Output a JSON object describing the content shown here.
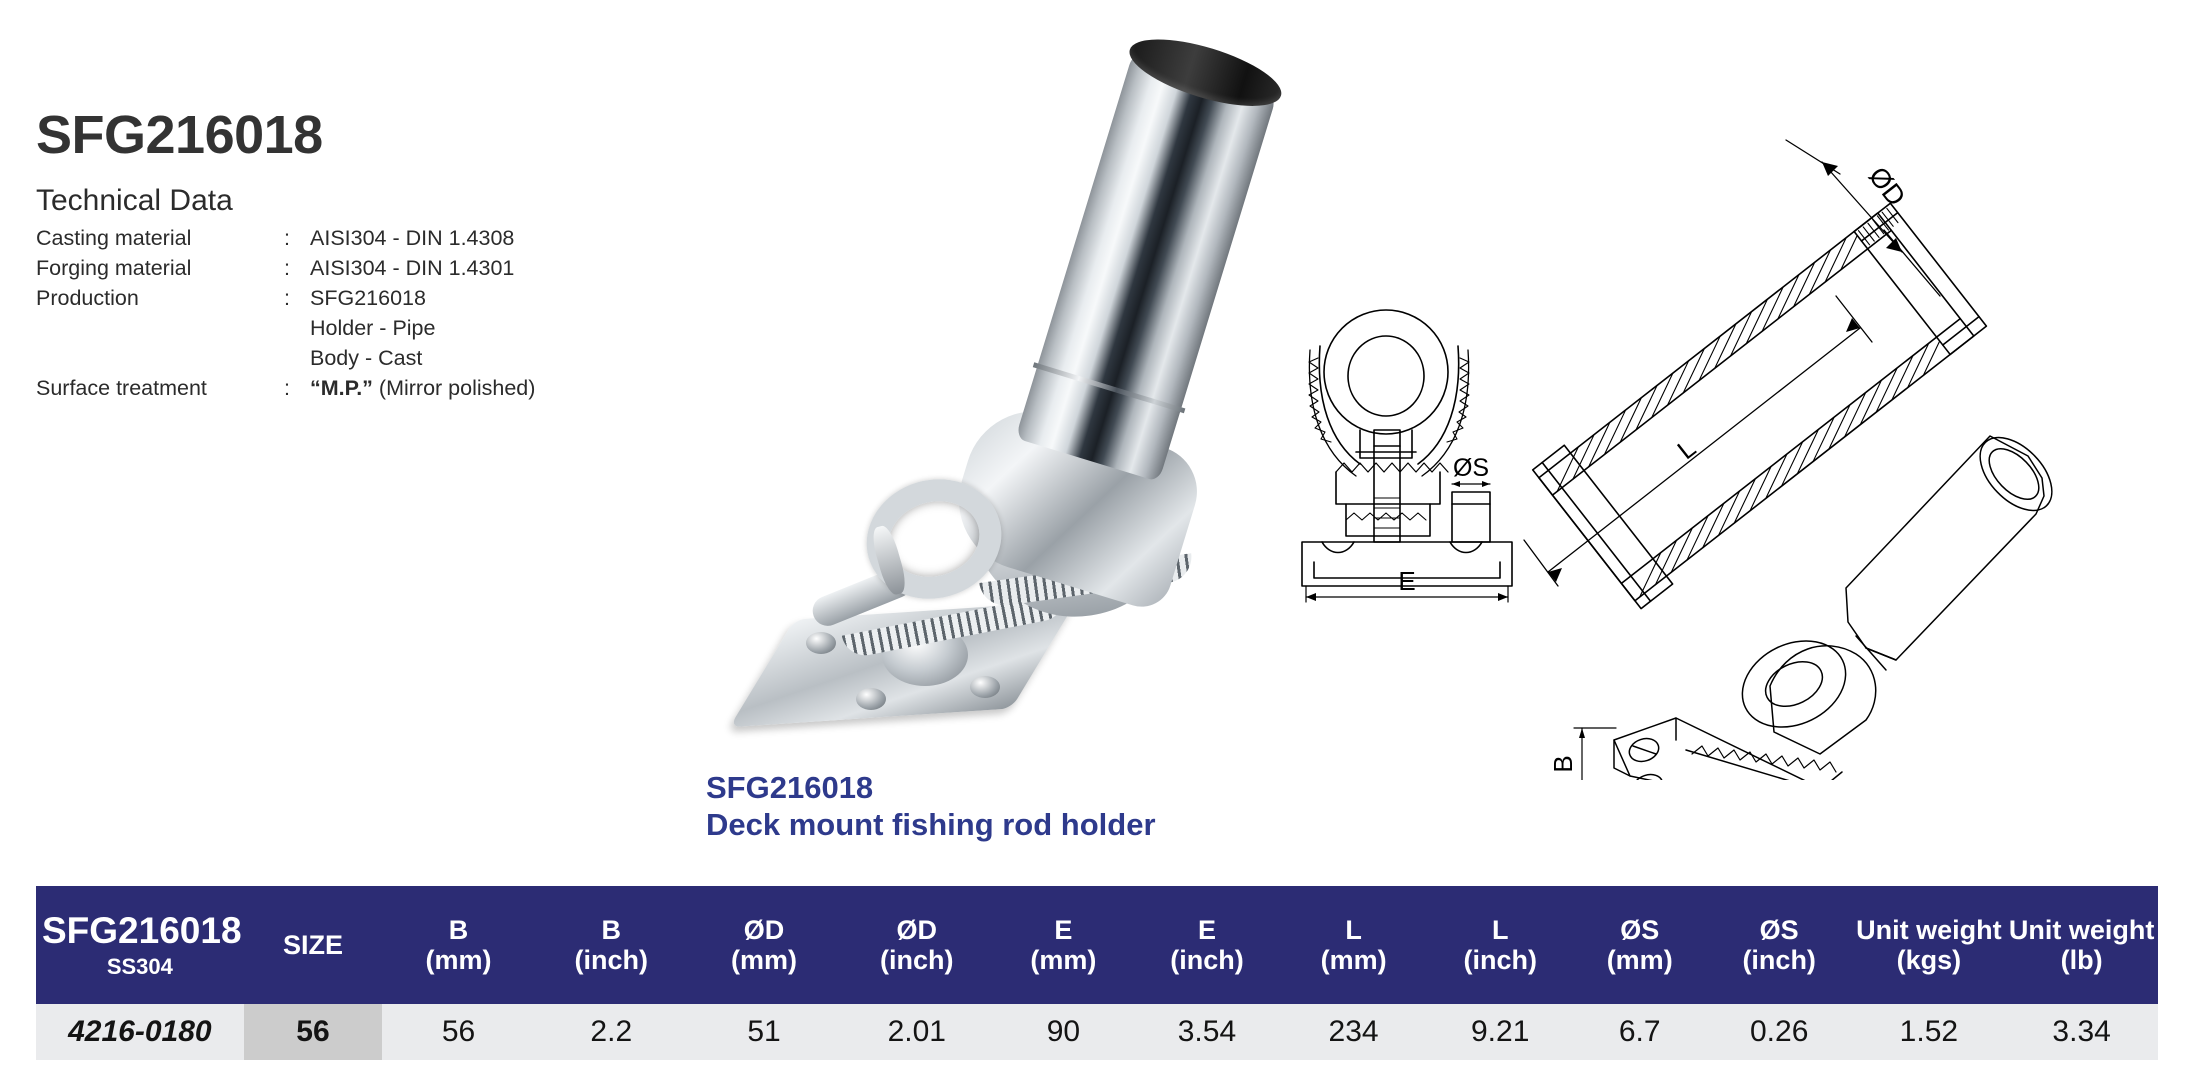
{
  "header": {
    "product_code": "SFG216018",
    "tech_data_heading": "Technical Data"
  },
  "tech_data": {
    "rows": [
      {
        "label": "Casting material",
        "colon": ":",
        "value": "AISI304 - DIN 1.4308",
        "bold_prefix": ""
      },
      {
        "label": "Forging material",
        "colon": ":",
        "value": "AISI304 - DIN 1.4301",
        "bold_prefix": ""
      },
      {
        "label": "Production",
        "colon": ":",
        "value": "SFG216018",
        "bold_prefix": ""
      },
      {
        "label": "",
        "colon": "",
        "value": "Holder - Pipe",
        "bold_prefix": ""
      },
      {
        "label": "",
        "colon": "",
        "value": "Body - Cast",
        "bold_prefix": ""
      },
      {
        "label": "Surface treatment",
        "colon": ":",
        "value": " (Mirror polished)",
        "bold_prefix": "“M.P.”"
      }
    ]
  },
  "caption": {
    "line1": "SFG216018",
    "line2": "Deck mount fishing rod holder",
    "color": "#2e3a8c"
  },
  "drawings": {
    "labels": {
      "outer_diameter": "ØD",
      "length": "L",
      "screw_diameter": "ØS",
      "base_length": "E",
      "base_width": "B"
    }
  },
  "dimension_table": {
    "first_column": {
      "code": "SFG216018",
      "material": "SS304"
    },
    "columns": [
      {
        "name": "SIZE",
        "unit": ""
      },
      {
        "name": "B",
        "unit": "(mm)"
      },
      {
        "name": "B",
        "unit": "(inch)"
      },
      {
        "name": "ØD",
        "unit": "(mm)"
      },
      {
        "name": "ØD",
        "unit": "(inch)"
      },
      {
        "name": "E",
        "unit": "(mm)"
      },
      {
        "name": "E",
        "unit": "(inch)"
      },
      {
        "name": "L",
        "unit": "(mm)"
      },
      {
        "name": "L",
        "unit": "(inch)"
      },
      {
        "name": "ØS",
        "unit": "(mm)"
      },
      {
        "name": "ØS",
        "unit": "(inch)"
      },
      {
        "name": "Unit weight",
        "unit": "(kgs)"
      },
      {
        "name": "Unit weight",
        "unit": "(lb)"
      }
    ],
    "rows": [
      {
        "code": "4216-0180",
        "size": "56",
        "values": [
          "56",
          "2.2",
          "51",
          "2.01",
          "90",
          "3.54",
          "234",
          "9.21",
          "6.7",
          "0.26",
          "1.52",
          "3.34"
        ]
      }
    ]
  },
  "colors": {
    "header_blue": "#2c2c74",
    "row_gray": "#eaebed",
    "size_cell_gray": "#cccccc",
    "title_dark": "#333333",
    "caption_blue": "#2e3a8c"
  }
}
